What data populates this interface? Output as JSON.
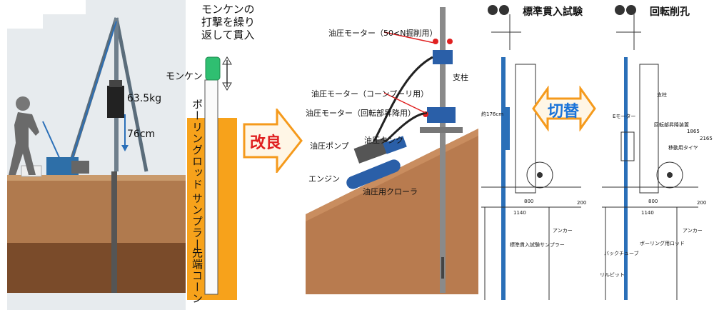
{
  "panel1": {
    "monken_desc": [
      "モンケンの",
      "打撃を繰り",
      "返して貫入"
    ],
    "monken_label": "モンケン",
    "weight": "63.5kg",
    "drop_height": "76cm",
    "boring_rod": "ボーリングロッド",
    "sampler": "サンプラー",
    "tip_cone": "先端コーン"
  },
  "improve_label": "改良",
  "panel2": {
    "motor_50n": "油圧モーター（50<N掘削用）",
    "motor_cone": "油圧モーター（コーンプーリ用）",
    "motor_rotation": "油圧モーター（回転部昇降用）",
    "pillar": "支柱",
    "pump": "油圧ポンプ",
    "tank": "油圧タンク",
    "engine": "エンジン",
    "crawler": "油圧用クローラ"
  },
  "switch_label": "切替",
  "panel3": {
    "title": "標準貫入試験",
    "dim_176": "約176cm",
    "dim_800": "800",
    "dim_1140": "1140",
    "dim_200": "200",
    "anchor": "アンカー",
    "sampler": "標準貫入試験サンプラー"
  },
  "panel4": {
    "title": "回転削孔",
    "pillar": "支柱",
    "motor": "Eモーター",
    "rotation_lift": "回転部昇降装置",
    "moving_tire": "移動用タイヤ",
    "dim_1865": "1865",
    "dim_2165": "2165",
    "dim_800": "800",
    "dim_1140": "1140",
    "dim_200": "200",
    "anchor": "アンカー",
    "boring_rod": "ボーリング用ロッド",
    "back_tube": "バックチューブ",
    "bit": "リルビット"
  },
  "colors": {
    "soil_brown": "#b07a4e",
    "soil_dark": "#7a4b2a",
    "orange": "#f7a21b",
    "arrow_red": "#e02020",
    "switch_blue": "#1a73d9",
    "green_monken": "#2fbf71"
  }
}
